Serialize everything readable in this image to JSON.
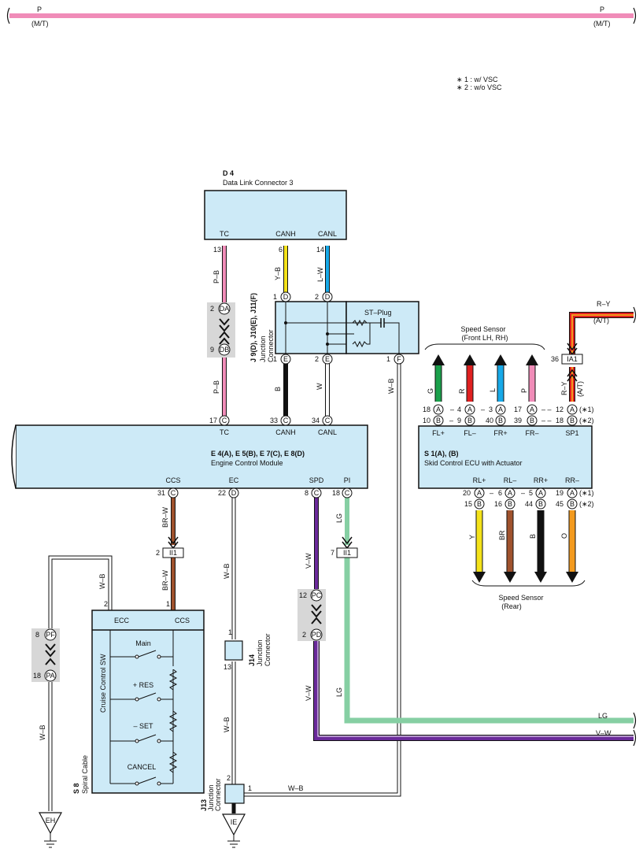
{
  "top_wire": {
    "label_left": "P",
    "sub_left": "(M/T)",
    "label_right": "P",
    "sub_right": "(M/T)",
    "color": "#f08cb8"
  },
  "notes": [
    "∗ 1 : w/ VSC",
    "∗ 2 : w/o VSC"
  ],
  "colors": {
    "box": "#cdeaf7",
    "pink": "#f08cb8",
    "yellow": "#f4e21a",
    "blue": "#17a9e8",
    "black": "#111111",
    "brown": "#a0522d",
    "purple": "#6a2a9a",
    "lightgreen": "#86cfa3",
    "green": "#1aa04b",
    "red": "#e02020",
    "orange": "#f39a1e",
    "white": "#ffffff",
    "gray": "#d7d7d7"
  },
  "dlc3": {
    "id": "D 4",
    "name": "Data Link Connector 3",
    "pins": [
      {
        "sig": "TC",
        "pin": "13"
      },
      {
        "sig": "CANH",
        "pin": "6"
      },
      {
        "sig": "CANL",
        "pin": "14"
      }
    ]
  },
  "junction_j9": {
    "id": "J 9(D), J10(E), J11(F)",
    "name": "Junction Connector",
    "st_plug": "ST–Plug",
    "top_pins": [
      {
        "num": "1",
        "letter": "D"
      },
      {
        "num": "2",
        "letter": "D"
      }
    ],
    "bottom_pins": [
      {
        "num": "1",
        "letter": "E"
      },
      {
        "num": "2",
        "letter": "E"
      },
      {
        "num": "1",
        "letter": "F"
      }
    ]
  },
  "ecm": {
    "id": "E 4(A), E 5(B), E 7(C), E 8(D)",
    "name": "Engine Control Module",
    "top_pins": [
      {
        "sig": "TC",
        "num": "17",
        "letter": "C"
      },
      {
        "sig": "CANH",
        "num": "33",
        "letter": "C"
      },
      {
        "sig": "CANL",
        "num": "34",
        "letter": "C"
      }
    ],
    "bottom_pins": [
      {
        "sig": "CCS",
        "num": "31",
        "letter": "C"
      },
      {
        "sig": "EC",
        "num": "22",
        "letter": "D"
      },
      {
        "sig": "SPD",
        "num": "8",
        "letter": "C"
      },
      {
        "sig": "PI",
        "num": "18",
        "letter": "C"
      }
    ]
  },
  "connectors": {
    "da": {
      "top_num": "2",
      "top": "DA",
      "bot_num": "9",
      "bot": "DB"
    },
    "pc": {
      "top_num": "12",
      "top": "PC",
      "bot_num": "2",
      "bot": "PD"
    },
    "pf": {
      "top_num": "8",
      "top": "PF",
      "bot_num": "18",
      "bot": "PA"
    },
    "ii1_a": {
      "num": "2",
      "label": "II1"
    },
    "ii1_b": {
      "num": "7",
      "label": "II1"
    },
    "ia1": {
      "num": "36",
      "label": "IA1"
    }
  },
  "wire_labels": {
    "tc_top": "P–B",
    "tc_bot": "P–B",
    "canh_top": "Y–B",
    "canh_bot": "B",
    "canl_top": "L–W",
    "canl_bot": "W",
    "f_wire": "W–B",
    "ccs_top": "BR–W",
    "ccs_bot": "BR–W",
    "ecc": "W–B",
    "ec_top": "W–B",
    "ec_bot": "W–B",
    "spd_top": "V–W",
    "spd_bot": "V–W",
    "pi_top": "LG",
    "pi_bot": "LG",
    "spiral_wb": "W–B",
    "j13_wb": "W–B",
    "right_lg": "LG",
    "right_vw": "V–W",
    "sp1_ry": "R–Y",
    "sp1_at": "(A/T)",
    "top_ry": "R–Y",
    "top_at": "(A/T)"
  },
  "speed_front": {
    "title": "Speed Sensor",
    "subtitle": "(Front LH,  RH)",
    "wires": [
      "G",
      "R",
      "L",
      "P"
    ]
  },
  "skid_ecu": {
    "id": "S 1(A), (B)",
    "name": "Skid Control ECU with Actuator",
    "top_sigs": [
      "FL+",
      "FL–",
      "FR+",
      "FR–",
      "SP1"
    ],
    "top_row1": {
      "nums": [
        "18",
        "4",
        "3",
        "17",
        "12"
      ],
      "letters": [
        "A",
        "A",
        "A",
        "A",
        "A"
      ],
      "note": "(∗1)"
    },
    "top_row2": {
      "nums": [
        "10",
        "9",
        "40",
        "39",
        "18"
      ],
      "letters": [
        "B",
        "B",
        "B",
        "B",
        "B"
      ],
      "note": "(∗2)"
    },
    "bot_sigs": [
      "RL+",
      "RL–",
      "RR+",
      "RR–"
    ],
    "bot_row1": {
      "nums": [
        "20",
        "6",
        "5",
        "19"
      ],
      "letters": [
        "A",
        "A",
        "A",
        "A"
      ],
      "note": "(∗1)"
    },
    "bot_row2": {
      "nums": [
        "15",
        "16",
        "44",
        "45"
      ],
      "letters": [
        "B",
        "B",
        "B",
        "B"
      ],
      "note": "(∗2)"
    }
  },
  "speed_rear": {
    "title": "Speed Sensor",
    "subtitle": "(Rear)",
    "wires": [
      "Y",
      "BR",
      "B",
      "O"
    ]
  },
  "cruise": {
    "title": "Cruise Control SW",
    "spiral_id": "S 8",
    "spiral_name": "Spiral Cable",
    "ecc": "ECC",
    "ccs": "CCS",
    "ecc_pin": "2",
    "ccs_pin": "1",
    "switches": [
      "Main",
      "+ RES",
      "– SET",
      "CANCEL"
    ]
  },
  "j14": {
    "id": "J14",
    "name": "Junction Connector",
    "pin_top": "1",
    "pin_bot": "13"
  },
  "j13": {
    "id": "J13",
    "name": "Junction Connector",
    "pin_top": "2",
    "pin_right": "1"
  },
  "grounds": {
    "left": "EH",
    "mid": "IE"
  }
}
